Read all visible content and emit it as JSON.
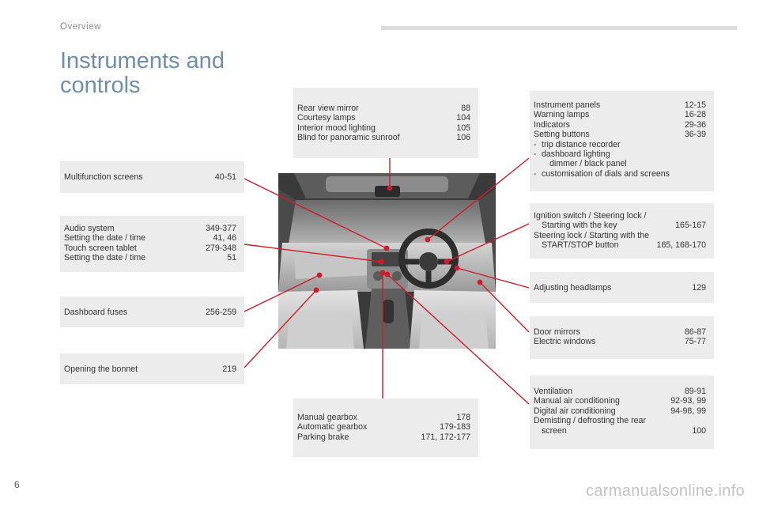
{
  "header": {
    "section": "Overview"
  },
  "page": {
    "title_line1": "Instruments and",
    "title_line2": "controls",
    "number": "6"
  },
  "watermark": "carmanualsonline.info",
  "colors": {
    "title": "#6f8dac",
    "box_bg": "#ececec",
    "leader": "#d01c2a"
  },
  "boxes": {
    "mirror": {
      "rows": [
        {
          "label": "Rear view mirror",
          "pages": "88"
        },
        {
          "label": "Courtesy lamps",
          "pages": "104"
        },
        {
          "label": "Interior mood lighting",
          "pages": "105"
        },
        {
          "label": "Blind for panoramic sunroof",
          "pages": "106"
        }
      ]
    },
    "instruments": {
      "rows": [
        {
          "label": "Instrument panels",
          "pages": "12-15"
        },
        {
          "label": "Warning lamps",
          "pages": "16-28"
        },
        {
          "label": "Indicators",
          "pages": "29-36"
        },
        {
          "label": "Setting buttons",
          "pages": "36-39"
        }
      ],
      "sub": [
        {
          "dash": "-",
          "text": "trip distance recorder"
        },
        {
          "dash": "-",
          "text": "dashboard lighting"
        },
        {
          "dash": "",
          "text": "dimmer / black panel"
        },
        {
          "dash": "-",
          "text": "customisation of dials and screens"
        }
      ]
    },
    "multifunction": {
      "rows": [
        {
          "label": "Multifunction screens",
          "pages": "40-51"
        }
      ]
    },
    "audio": {
      "rows": [
        {
          "label": "Audio system",
          "pages": "349-377"
        },
        {
          "label": "Setting the date / time",
          "pages": "41, 46"
        },
        {
          "label": "Touch screen tablet",
          "pages": "279-348"
        },
        {
          "label": "Setting the date / time",
          "pages": "51"
        }
      ]
    },
    "fuses": {
      "rows": [
        {
          "label": "Dashboard fuses",
          "pages": "256-259"
        }
      ]
    },
    "bonnet": {
      "rows": [
        {
          "label": "Opening the bonnet",
          "pages": "219"
        }
      ]
    },
    "ignition": {
      "line1": "Ignition switch / Steering lock /",
      "line2_label": "Starting with the key",
      "line2_pages": "165-167",
      "line3": "Steering lock / Starting with the",
      "line4_label": "START/STOP button",
      "line4_pages": "165, 168-170"
    },
    "headlamps": {
      "rows": [
        {
          "label": "Adjusting headlamps",
          "pages": "129"
        }
      ]
    },
    "doors": {
      "rows": [
        {
          "label": "Door mirrors",
          "pages": "86-87"
        },
        {
          "label": "Electric windows",
          "pages": "75-77"
        }
      ]
    },
    "gearbox": {
      "rows": [
        {
          "label": "Manual gearbox",
          "pages": "178"
        },
        {
          "label": "Automatic gearbox",
          "pages": "179-183"
        },
        {
          "label": "Parking brake",
          "pages": "171, 172-177"
        }
      ]
    },
    "ventilation": {
      "rows": [
        {
          "label": "Ventilation",
          "pages": "89-91"
        },
        {
          "label": "Manual air conditioning",
          "pages": "92-93, 99"
        },
        {
          "label": "Digital air conditioning",
          "pages": "94-98, 99"
        }
      ],
      "line4": "Demisting / defrosting the rear",
      "line5_label": "screen",
      "line5_pages": "100"
    }
  }
}
